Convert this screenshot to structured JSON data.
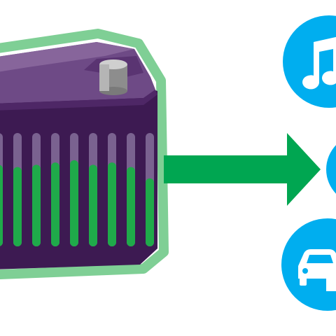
{
  "scene": {
    "background_color": "#ffffff",
    "battery": {
      "body_color": "#3d1a52",
      "lid_color": "#6e4a86",
      "lid_top_color": "#87659b",
      "outline_glow_color": "#7fcf95",
      "terminal_color": "#a9a9a9",
      "gauge_bar_track_color": "#7a6290",
      "gauge_bar_fill_color": "#1faa4a",
      "gauge_levels": [
        0.72,
        0.7,
        0.72,
        0.74,
        0.76,
        0.72,
        0.74,
        0.7,
        0.6
      ]
    },
    "arrow": {
      "color": "#00a651",
      "direction": "right"
    },
    "icons": {
      "circle_color": "#00aeef",
      "glyph_color": "#ffffff",
      "items": [
        {
          "name": "music-note-icon"
        },
        {
          "name": "partial-icon"
        },
        {
          "name": "cars-icon"
        }
      ]
    }
  }
}
